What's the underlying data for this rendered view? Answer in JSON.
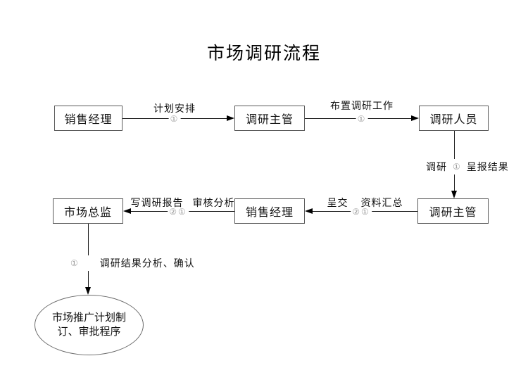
{
  "title": "市场调研流程",
  "colors": {
    "background": "#ffffff",
    "box_border": "#595959",
    "line": "#1a1a1a",
    "text": "#111111",
    "step_number": "#999999"
  },
  "nodes": {
    "sales_manager_top": {
      "label": "销售经理"
    },
    "research_supervisor_top": {
      "label": "调研主管"
    },
    "research_staff": {
      "label": "调研人员"
    },
    "research_supervisor_mid": {
      "label": "调研主管"
    },
    "sales_manager_mid": {
      "label": "销售经理"
    },
    "marketing_director": {
      "label": "市场总监"
    },
    "terminal_ellipse": {
      "label": "市场推广计划制订、审批程序"
    }
  },
  "edges": {
    "plan_arrange": {
      "label": "计划安排",
      "step": "①"
    },
    "assign_research": {
      "label": "布置调研工作",
      "step": "①"
    },
    "do_research_report": {
      "label_left": "调研",
      "step": "①",
      "label_right": "呈报结果"
    },
    "submit_summary": {
      "label_left": "呈交",
      "label_right": "资料汇总",
      "step_second": "②",
      "step_first": "①"
    },
    "write_review": {
      "label_left": "写调研报告",
      "label_right": "审核分析",
      "step_second": "②",
      "step_first": "①"
    },
    "result_confirm": {
      "step": "①",
      "label": "调研结果分析、确认"
    }
  }
}
